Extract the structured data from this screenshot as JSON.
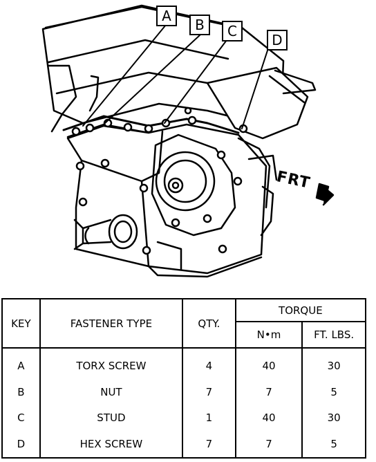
{
  "callouts": {
    "a": "A",
    "b": "B",
    "c": "C",
    "d": "D"
  },
  "direction_label": "FRT",
  "table": {
    "headers": {
      "key": "KEY",
      "fastener_type": "FASTENER TYPE",
      "qty": "QTY.",
      "torque": "TORQUE",
      "nm": "N•m",
      "ft_lbs": "FT. LBS."
    },
    "rows": [
      {
        "key": "A",
        "type": "TORX SCREW",
        "qty": "4",
        "nm": "40",
        "ft_lbs": "30"
      },
      {
        "key": "B",
        "type": "NUT",
        "qty": "7",
        "nm": "7",
        "ft_lbs": "5"
      },
      {
        "key": "C",
        "type": "STUD",
        "qty": "1",
        "nm": "40",
        "ft_lbs": "30"
      },
      {
        "key": "D",
        "type": "HEX SCREW",
        "qty": "7",
        "nm": "7",
        "ft_lbs": "5"
      }
    ]
  }
}
